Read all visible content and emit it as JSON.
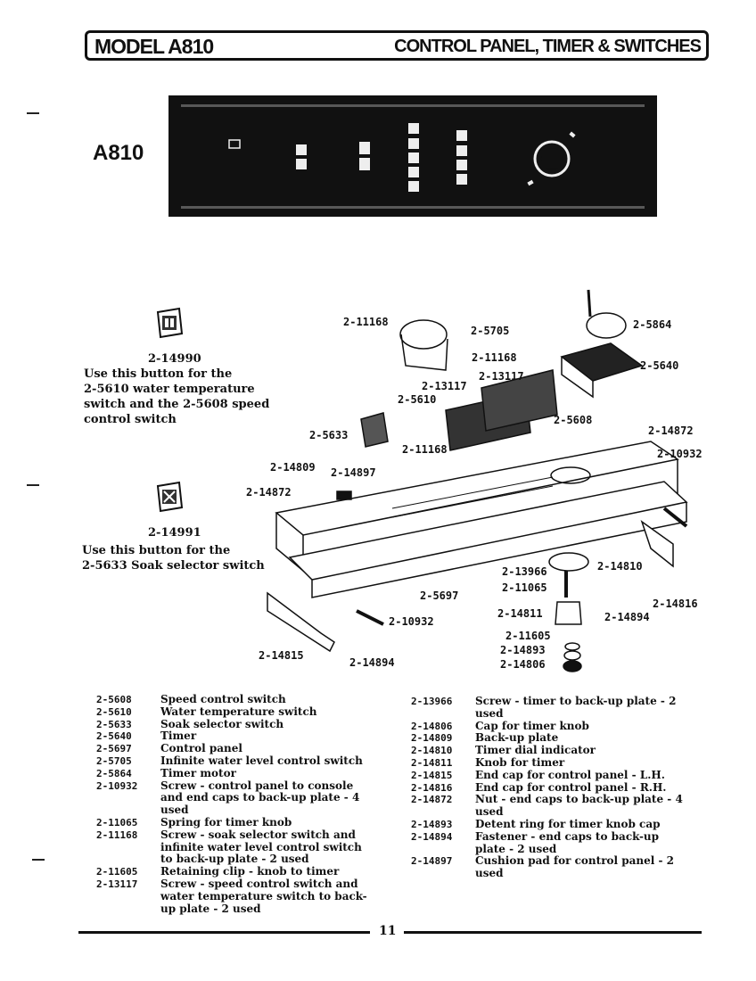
{
  "header": {
    "model": "MODEL A810",
    "section": "CONTROL PANEL, TIMER & SWITCHES"
  },
  "model_label": "A810",
  "buttons": [
    {
      "part": "2-14990",
      "note": [
        "Use this button for the",
        "2-5610 water temperature",
        "switch and the 2-5608 speed",
        "control switch"
      ]
    },
    {
      "part": "2-14991",
      "note": [
        "Use this button for the",
        "2-5633 Soak selector switch"
      ]
    }
  ],
  "callouts": [
    "2-11168",
    "2-5705",
    "2-5864",
    "2-11168",
    "2-5640",
    "2-13117",
    "2-13117",
    "2-5610",
    "2-5608",
    "2-14872",
    "2-10932",
    "2-5633",
    "2-11168",
    "2-14809",
    "2-14897",
    "2-14872",
    "2-13966",
    "2-14810",
    "2-11065",
    "2-14816",
    "2-5697",
    "2-14811",
    "2-14894",
    "2-10932",
    "2-11605",
    "2-14893",
    "2-14815",
    "2-14894",
    "2-14806"
  ],
  "parts_left": [
    {
      "part": "2-5608",
      "desc": [
        "Speed control switch"
      ]
    },
    {
      "part": "2-5610",
      "desc": [
        "Water temperature switch"
      ]
    },
    {
      "part": "2-5633",
      "desc": [
        "Soak selector switch"
      ]
    },
    {
      "part": "2-5640",
      "desc": [
        "Timer"
      ]
    },
    {
      "part": "2-5697",
      "desc": [
        "Control panel"
      ]
    },
    {
      "part": "2-5705",
      "desc": [
        "Infinite water level control switch"
      ]
    },
    {
      "part": "2-5864",
      "desc": [
        "Timer motor"
      ]
    },
    {
      "part": "2-10932",
      "desc": [
        "Screw - control panel to console",
        "and end caps to back-up plate - 4",
        "used"
      ]
    },
    {
      "part": "2-11065",
      "desc": [
        "Spring for timer knob"
      ]
    },
    {
      "part": "2-11168",
      "desc": [
        "Screw - soak selector switch and",
        "infinite water level control switch",
        "to back-up plate - 2 used"
      ]
    },
    {
      "part": "2-11605",
      "desc": [
        "Retaining clip - knob to timer"
      ]
    },
    {
      "part": "2-13117",
      "desc": [
        "Screw - speed control switch and",
        "water temperature switch to back-",
        "up plate - 2 used"
      ]
    }
  ],
  "parts_right": [
    {
      "part": "2-13966",
      "desc": [
        "Screw - timer to back-up plate - 2",
        "used"
      ]
    },
    {
      "part": "2-14806",
      "desc": [
        "Cap for timer knob"
      ]
    },
    {
      "part": "2-14809",
      "desc": [
        "Back-up plate"
      ]
    },
    {
      "part": "2-14810",
      "desc": [
        "Timer dial indicator"
      ]
    },
    {
      "part": "2-14811",
      "desc": [
        "Knob for timer"
      ]
    },
    {
      "part": "2-14815",
      "desc": [
        "End cap for control panel - L.H."
      ]
    },
    {
      "part": "2-14816",
      "desc": [
        "End cap for control panel - R.H."
      ]
    },
    {
      "part": "2-14872",
      "desc": [
        "Nut - end caps to back-up plate - 4",
        "used"
      ]
    },
    {
      "part": "2-14893",
      "desc": [
        "Detent ring for timer knob cap"
      ]
    },
    {
      "part": "2-14894",
      "desc": [
        "Fastener - end caps to back-up",
        "plate - 2 used"
      ]
    },
    {
      "part": "2-14897",
      "desc": [
        "Cushion pad for control panel - 2",
        "used"
      ]
    }
  ],
  "page_number": "11"
}
